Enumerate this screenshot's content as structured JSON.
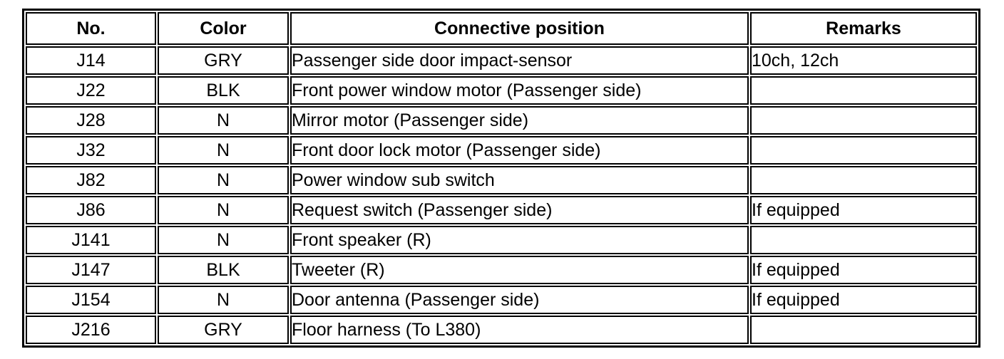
{
  "table": {
    "columns": [
      {
        "key": "no",
        "label": "No."
      },
      {
        "key": "color",
        "label": "Color"
      },
      {
        "key": "position",
        "label": "Connective position"
      },
      {
        "key": "remarks",
        "label": "Remarks"
      }
    ],
    "rows": [
      {
        "no": "J14",
        "color": "GRY",
        "position": "Passenger side door impact-sensor",
        "remarks": "10ch, 12ch"
      },
      {
        "no": "J22",
        "color": "BLK",
        "position": "Front power window motor (Passenger side)",
        "remarks": ""
      },
      {
        "no": "J28",
        "color": "N",
        "position": "Mirror motor (Passenger side)",
        "remarks": ""
      },
      {
        "no": "J32",
        "color": "N",
        "position": "Front door lock motor (Passenger side)",
        "remarks": ""
      },
      {
        "no": "J82",
        "color": "N",
        "position": "Power window sub switch",
        "remarks": ""
      },
      {
        "no": "J86",
        "color": "N",
        "position": "Request switch (Passenger side)",
        "remarks": "If equipped"
      },
      {
        "no": "J141",
        "color": "N",
        "position": "Front speaker (R)",
        "remarks": ""
      },
      {
        "no": "J147",
        "color": "BLK",
        "position": "Tweeter (R)",
        "remarks": "If equipped"
      },
      {
        "no": "J154",
        "color": "N",
        "position": "Door antenna (Passenger side)",
        "remarks": "If equipped"
      },
      {
        "no": "J216",
        "color": "GRY",
        "position": "Floor harness (To L380)",
        "remarks": ""
      }
    ],
    "colors": {
      "border": "#000000",
      "background": "#ffffff",
      "text": "#000000"
    }
  }
}
